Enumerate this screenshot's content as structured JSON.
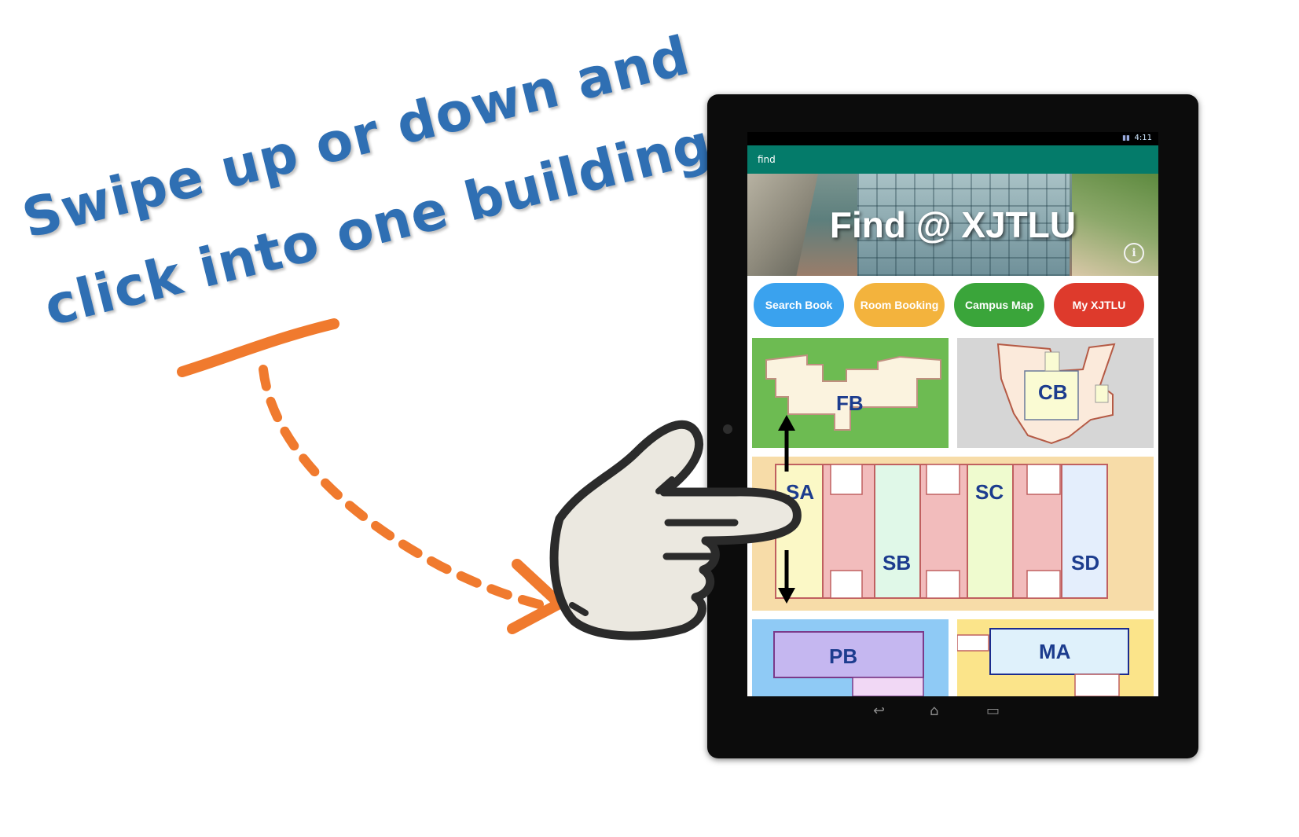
{
  "callout": {
    "line1": "Swipe up or down and",
    "line2": "click into one building"
  },
  "colors": {
    "callout_text": "#2f6fb3",
    "annotation": "#f07a2e",
    "appbar": "#047b6a"
  },
  "status_bar": {
    "time": "4:11"
  },
  "app": {
    "title": "find"
  },
  "banner": {
    "title": "Find @ XJTLU",
    "info_icon": "info-icon"
  },
  "quick_buttons": [
    {
      "label": "Search Book",
      "color": "#3aa2ee"
    },
    {
      "label": "Room Booking",
      "color": "#f3b33d"
    },
    {
      "label": "Campus Map",
      "color": "#3aa53a"
    },
    {
      "label": "My XJTLU",
      "color": "#de3a2c"
    }
  ],
  "buildings": {
    "fb": "FB",
    "cb": "CB",
    "sa": "SA",
    "sb": "SB",
    "sc": "SC",
    "sd": "SD",
    "pb": "PB",
    "ma": "MA"
  },
  "nav_icons": [
    "back-icon",
    "home-icon",
    "recent-apps-icon"
  ]
}
